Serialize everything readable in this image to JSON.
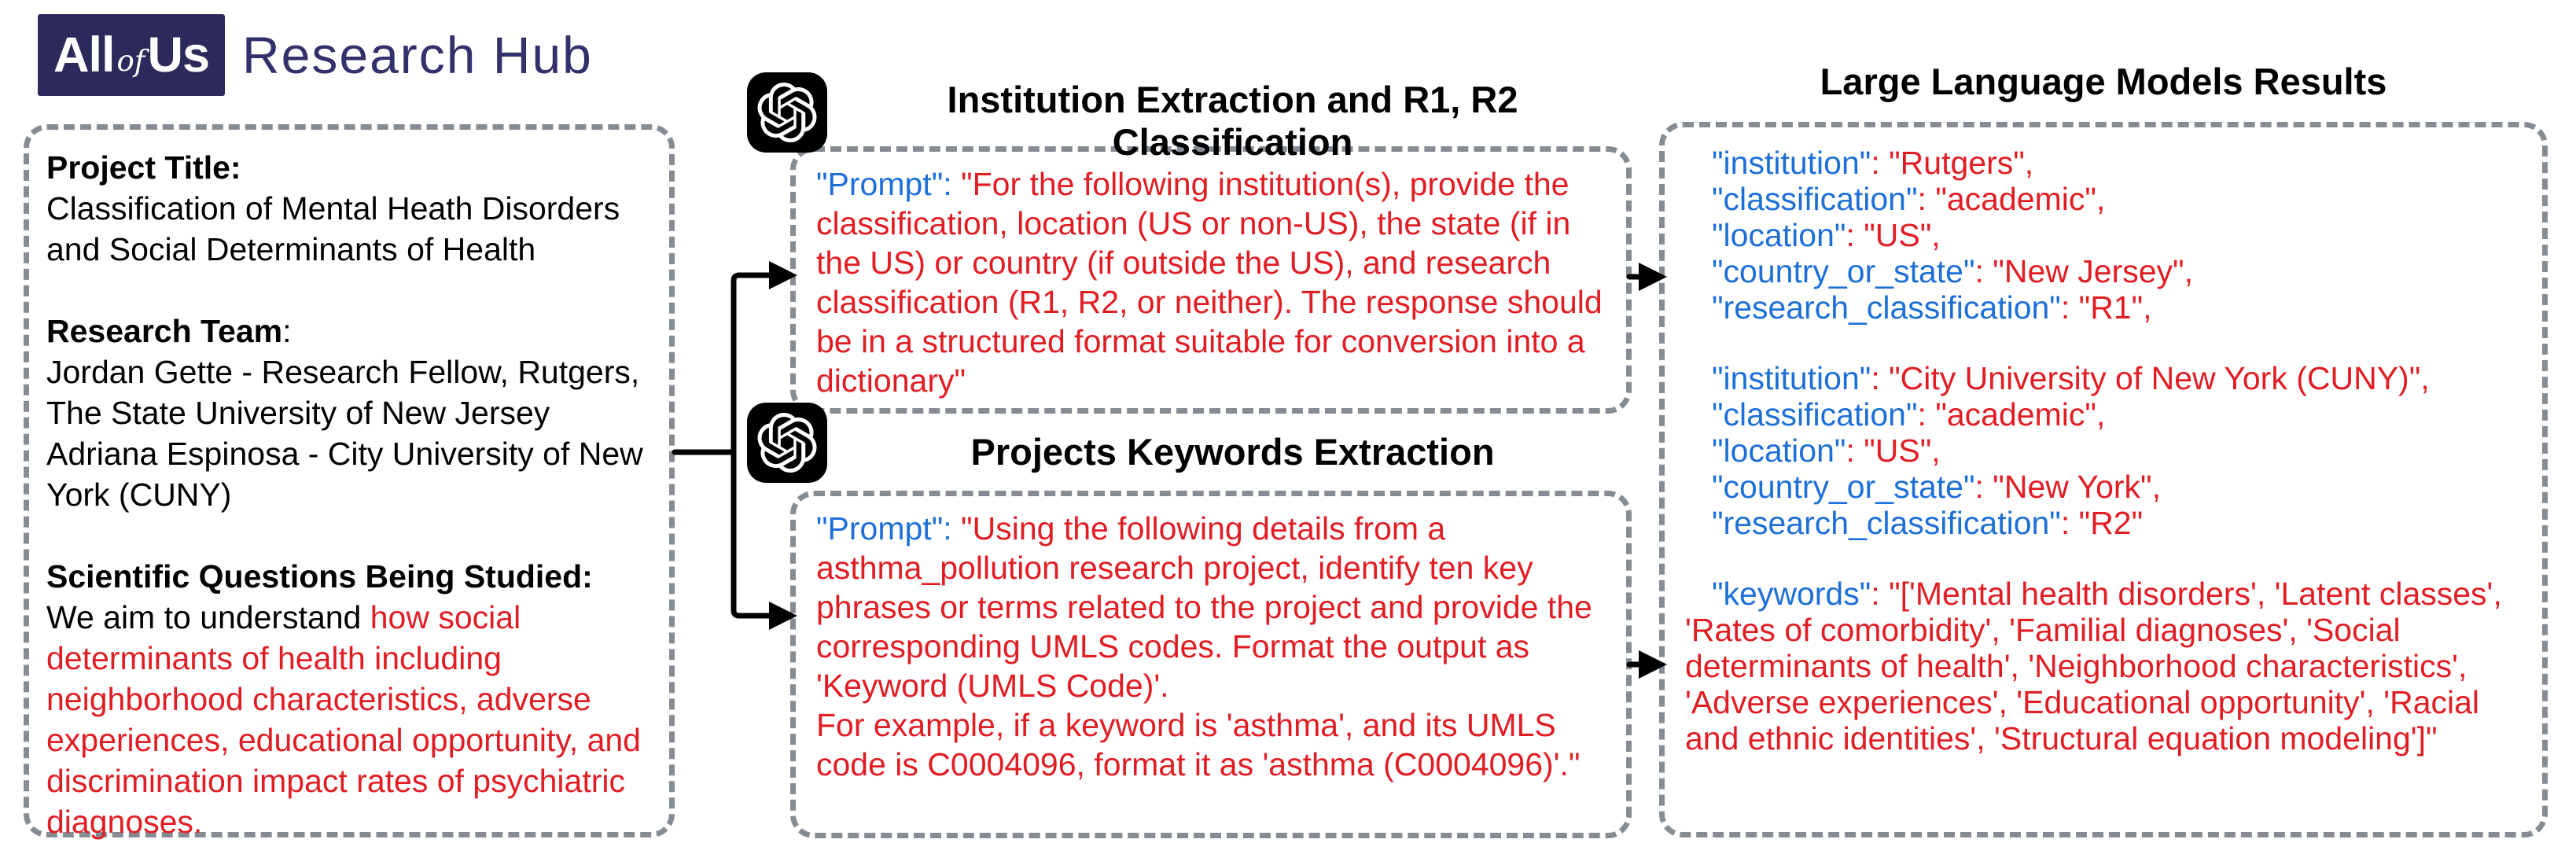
{
  "colors": {
    "key_blue": "#1d6fd8",
    "value_red": "#e11d23",
    "logo_navy": "#2b2a5a",
    "border_gray": "#868c93"
  },
  "logo": {
    "all": "All",
    "of": "of",
    "us": "Us",
    "product": "Research Hub"
  },
  "project_box": {
    "title_label": "Project Title:",
    "title_text": "Classification of Mental Heath Disorders and Social Determinants of Health",
    "team_label": "Research Team",
    "team_colon": ":",
    "team_member1": "Jordan Gette - Research Fellow, Rutgers, The State University of New Jersey",
    "team_member2": "Adriana Espinosa - City University of New York (CUNY)",
    "questions_label": "Scientific Questions Being Studied:",
    "questions_intro": "We aim to understand ",
    "questions_highlight": "how social determinants of health including neighborhood characteristics, adverse experiences, educational opportunity, and discrimination impact rates of psychiatric diagnoses."
  },
  "step1": {
    "icon": "openai-logo",
    "title": "Institution Extraction and R1, R2 Classification",
    "prompt_key": "\"Prompt\":",
    "prompt_value": " \"For the following institution(s), provide the classification, location (US or non-US), the state (if in the US) or country (if outside the US), and research classification (R1, R2, or neither). The response should be in a structured format suitable for conversion into a dictionary\""
  },
  "step2": {
    "icon": "openai-logo",
    "title": "Projects Keywords Extraction",
    "prompt_key": "\"Prompt\":",
    "prompt_value": " \"Using the following details from a asthma_pollution research project, identify ten key phrases or terms related to the project and provide the corresponding UMLS codes. Format the output as 'Keyword (UMLS Code)'.",
    "prompt_example": "For example, if a keyword is 'asthma', and its UMLS code is C0004096, format it as 'asthma (C0004096)'.\""
  },
  "results": {
    "title": "Large Language Models Results",
    "record1": {
      "k1": "\"institution\"",
      "v1": ": \"Rutgers\",",
      "k2": "\"classification\"",
      "v2": ": \"academic\",",
      "k3": "\"location\"",
      "v3": ": \"US\",",
      "k4": "\"country_or_state\"",
      "v4": ": \"New Jersey\",",
      "k5": "\"research_classification\"",
      "v5": ": \"R1\","
    },
    "record2": {
      "k1": "\"institution\"",
      "v1": ": \"City University of New York (CUNY)\",",
      "k2": "\"classification\"",
      "v2": ": \"academic\",",
      "k3": "\"location\"",
      "v3": ": \"US\",",
      "k4": "\"country_or_state\"",
      "v4": ": \"New York\",",
      "k5": "\"research_classification\"",
      "v5": ": \"R2\""
    },
    "keywords": {
      "key": "\"keywords\"",
      "value": ": \"['Mental health disorders', 'Latent classes', 'Rates of comorbidity', 'Familial diagnoses', 'Social determinants of health', 'Neighborhood characteristics', 'Adverse experiences', 'Educational opportunity', 'Racial and ethnic identities', 'Structural equation modeling']\""
    }
  }
}
